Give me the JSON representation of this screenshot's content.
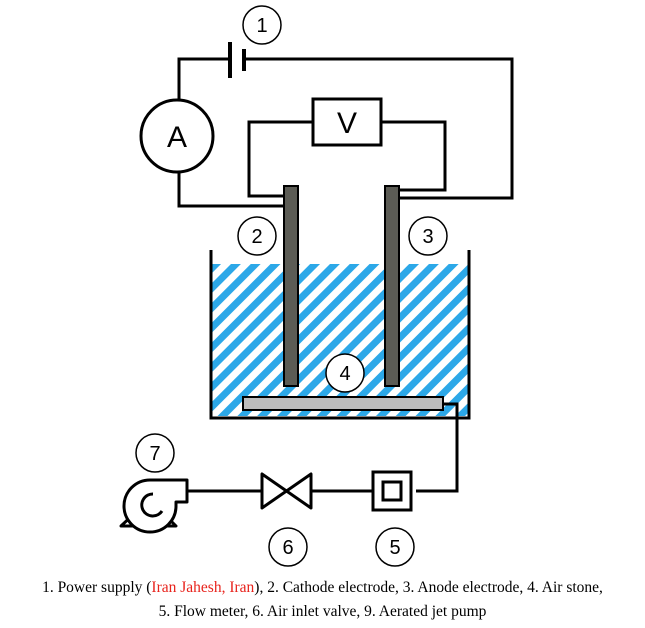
{
  "labels": {
    "ammeter": "A",
    "voltmeter": "V",
    "n1": "1",
    "n2": "2",
    "n3": "3",
    "n4": "4",
    "n5": "5",
    "n6": "6",
    "n7": "7"
  },
  "caption": {
    "line1_pre": "1. Power supply (",
    "line1_red": "Iran Jahesh, Iran",
    "line1_post": "), 2. Cathode electrode, 3. Anode electrode, 4. Air stone,",
    "line2": "5. Flow meter, 6. Air inlet valve,  9. Aerated jet pump"
  },
  "colors": {
    "electrode": "#5c5c55",
    "air_stone": "#bdbdbd",
    "water_stripe": "#2ca8e8",
    "caption_highlight": "#e8231c"
  }
}
